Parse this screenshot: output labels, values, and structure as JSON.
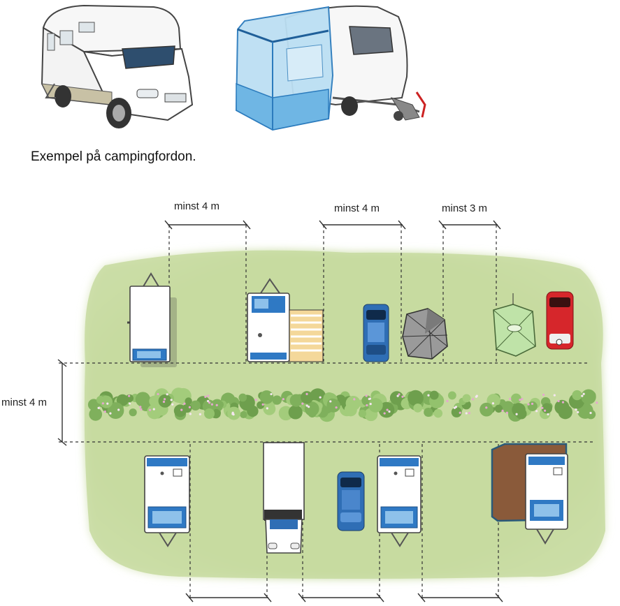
{
  "caption": "Exempel på campingfordon.",
  "labels": {
    "top_left": "minst 4 m",
    "top_middle": "minst 4 m",
    "top_right": "minst 3 m",
    "left": "minst 4 m"
  },
  "colors": {
    "grass": "#c9dca2",
    "hedge": "#8fbf6a",
    "vehicle_blue": "#2f79c4",
    "car_red": "#d6262b",
    "awning_brown": "#8a5a3a",
    "tent_green": "#bfe3a8",
    "tent_grey": "#9a9a9a",
    "line": "#333333"
  }
}
